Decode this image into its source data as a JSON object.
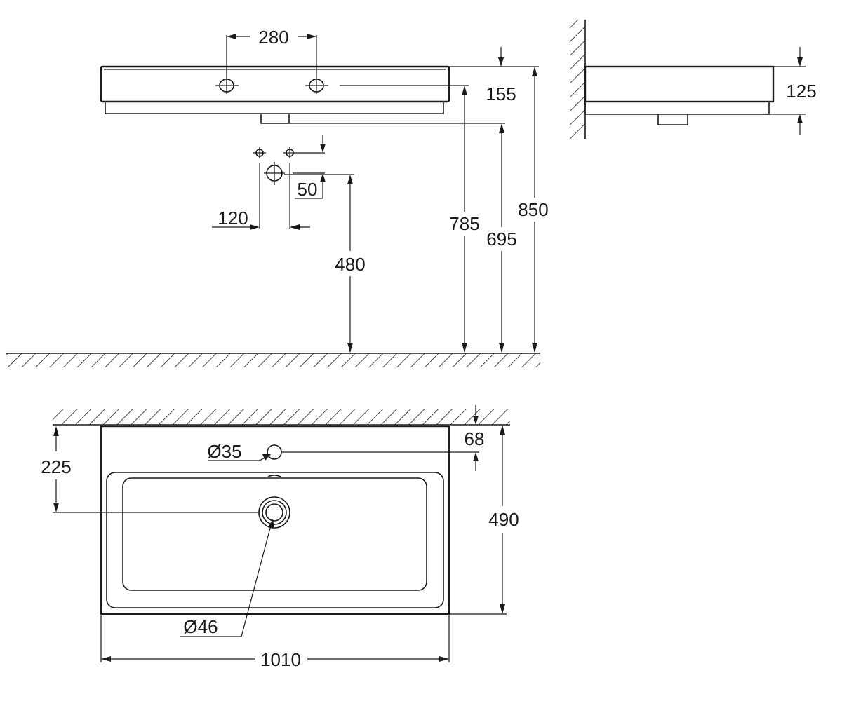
{
  "dimensions": {
    "tap_hole_spacing": "280",
    "rim_to_tap_axis": "155",
    "tap_axis_height": "785",
    "underside_height": "695",
    "rim_height": "850",
    "side_depth": "125",
    "connection_vertical": "50",
    "connection_spacing": "120",
    "connection_height": "480",
    "overflow_diameter": "Ø35",
    "wall_to_overflow": "68",
    "wall_to_drain": "225",
    "basin_depth": "490",
    "waste_diameter": "Ø46",
    "basin_width": "1010"
  },
  "colors": {
    "line": "#1a1a1a",
    "background": "#ffffff"
  }
}
